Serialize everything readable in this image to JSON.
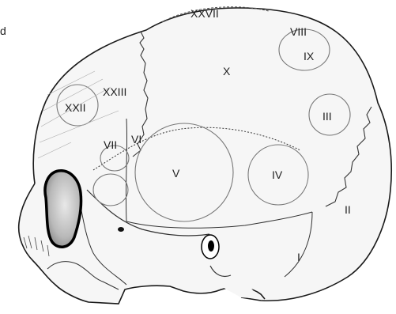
{
  "corner_text": "d",
  "labels": {
    "xxvii": "XXVII",
    "viii": "VIII",
    "ix": "IX",
    "x": "X",
    "xxiii": "XXIII",
    "xxii": "XXII",
    "iii": "III",
    "vi": "VI",
    "vii": "VII",
    "v": "V",
    "iv": "IV",
    "ii": "II",
    "i": "I"
  }
}
